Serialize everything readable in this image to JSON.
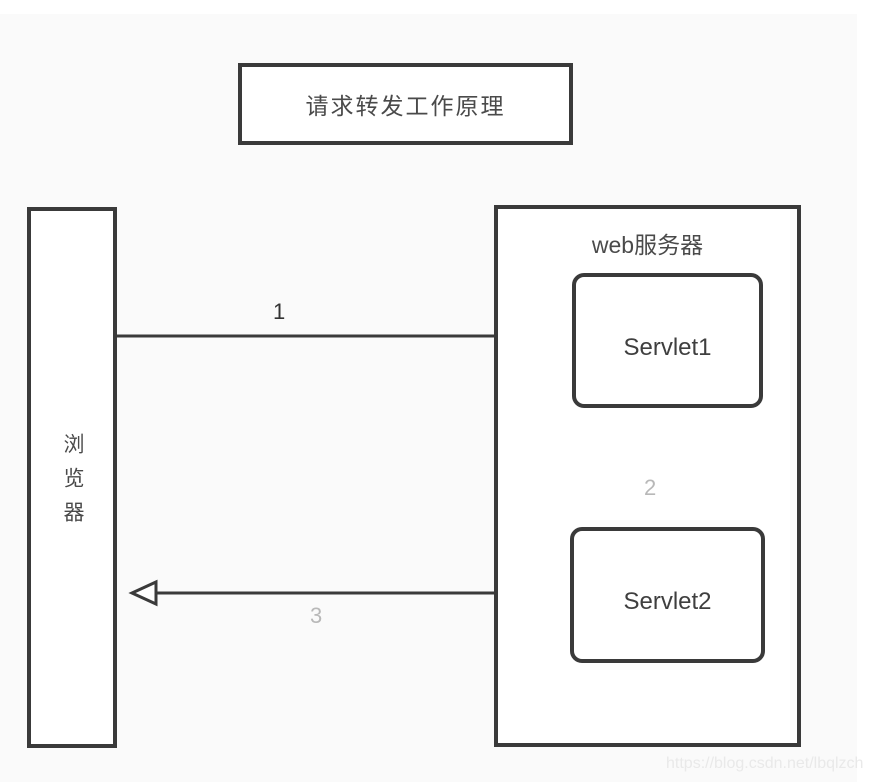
{
  "diagram": {
    "title": "请求转发工作原理",
    "browser": {
      "label": "浏览器"
    },
    "server": {
      "label": "web服务器"
    },
    "servlet1": {
      "label": "Servlet1"
    },
    "servlet2": {
      "label": "Servlet2"
    },
    "arrows": [
      {
        "label": "1",
        "from": "browser",
        "to": "servlet1",
        "direction": "right"
      },
      {
        "label": "2",
        "from": "servlet1",
        "to": "servlet2",
        "direction": "down"
      },
      {
        "label": "3",
        "from": "servlet2",
        "to": "browser",
        "direction": "left"
      }
    ],
    "watermark": "https://blog.csdn.net/lbqlzch",
    "colors": {
      "canvas_background": "#fafafa",
      "box_border": "#3a3a3a",
      "box_fill": "#ffffff",
      "dark_label": "#333333",
      "gray_label": "#b8b8b8",
      "watermark": "#e9e9e9"
    }
  }
}
